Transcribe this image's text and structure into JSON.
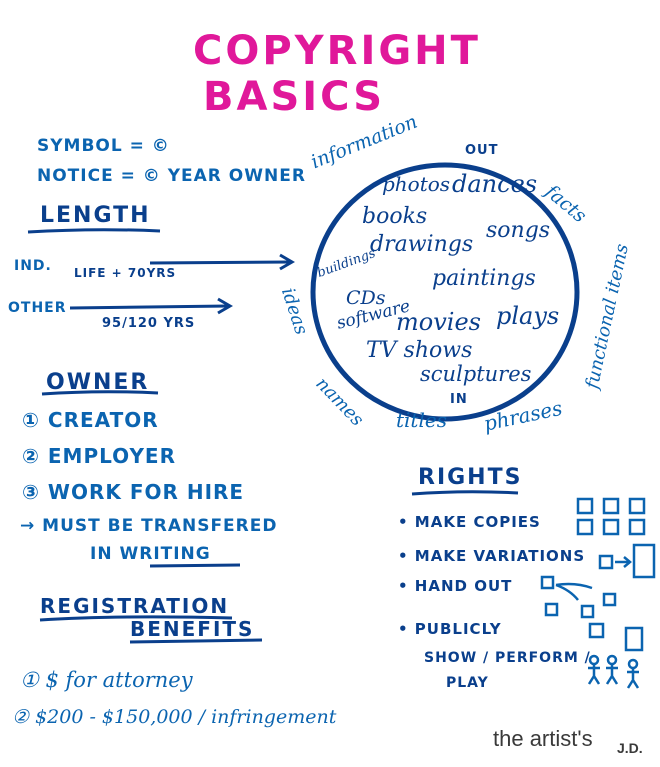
{
  "title": {
    "line1": "COPYRIGHT",
    "line2": "BASICS"
  },
  "symbol": "SYMBOL = ©",
  "notice": "NOTICE = © YEAR OWNER",
  "length": {
    "heading": "LENGTH",
    "ind_label": "IND.",
    "ind_text": "LIFE + 70YRS",
    "other_label": "OTHER",
    "other_text": "95/120 YRS"
  },
  "circle": {
    "out_label": "OUT",
    "in_label": "IN",
    "inside_items": [
      "photos",
      "dances",
      "books",
      "songs",
      "buildings",
      "drawings",
      "paintings",
      "CDs",
      "software",
      "movies",
      "plays",
      "TV shows",
      "sculptures"
    ],
    "outside_items": [
      "information",
      "facts",
      "functional items",
      "ideas",
      "names",
      "titles",
      "phrases"
    ]
  },
  "owner": {
    "heading": "OWNER",
    "items": [
      "① CREATOR",
      "② EMPLOYER",
      "③ WORK FOR HIRE"
    ],
    "note_line1": "→ MUST BE TRANSFERED",
    "note_line2": "IN WRITING"
  },
  "registration": {
    "heading1": "REGISTRATION",
    "heading2": "BENEFITS",
    "items": [
      "① $ for attorney",
      "② $200 - $150,000 / infringement"
    ]
  },
  "rights": {
    "heading": "RIGHTS",
    "items": [
      "• MAKE COPIES",
      "• MAKE VARIATIONS",
      "• HAND OUT",
      "• PUBLICLY"
    ],
    "publicly_line2": "SHOW / PERFORM /",
    "publicly_line3": "PLAY"
  },
  "brand": {
    "text": "the artist's",
    "initials": "J.D."
  },
  "colors": {
    "ink": "#0b64b0",
    "ink_dark": "#0a3f8c",
    "magenta": "#e0189a",
    "brand": "#3a3a3a"
  }
}
